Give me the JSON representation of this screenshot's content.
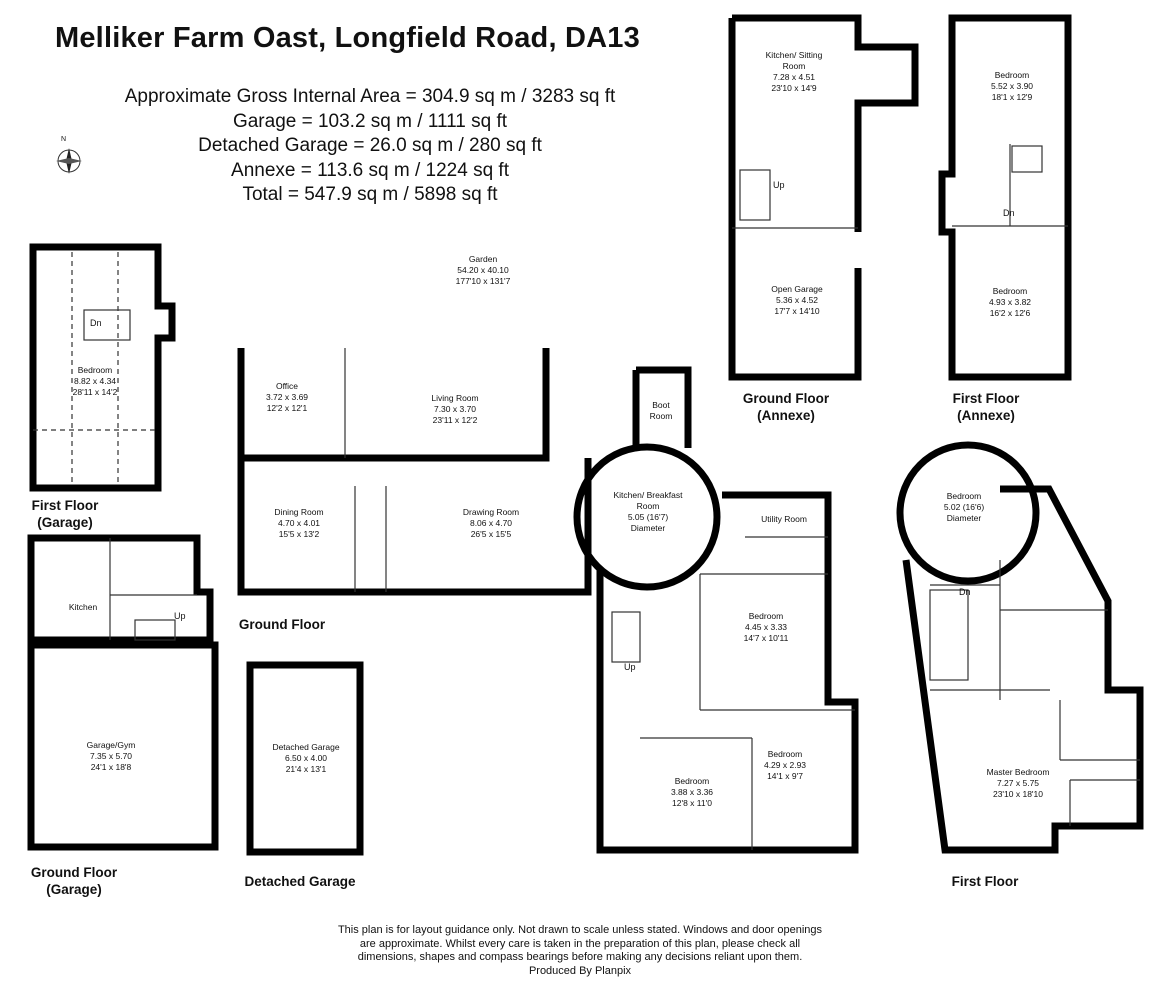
{
  "title": "Melliker Farm Oast, Longfield Road, DA13",
  "areas": [
    "Approximate Gross Internal Area = 304.9 sq m / 3283 sq ft",
    "Garage = 103.2 sq m / 1111 sq ft",
    "Detached Garage = 26.0 sq m / 280 sq ft",
    "Annexe = 113.6 sq m / 1224 sq ft",
    "Total = 547.9 sq m / 5898 sq ft"
  ],
  "compass_label": "N",
  "garden": {
    "name": "Garden",
    "dims": [
      "54.20 x 40.10",
      "177'10 x 131'7"
    ]
  },
  "rooms": {
    "garage_bedroom": {
      "name": "Bedroom",
      "dims": [
        "8.82 x 4.34",
        "28'11 x 14'2"
      ]
    },
    "office": {
      "name": "Office",
      "dims": [
        "3.72 x 3.69",
        "12'2 x 12'1"
      ]
    },
    "living_room": {
      "name": "Living Room",
      "dims": [
        "7.30 x 3.70",
        "23'11 x 12'2"
      ]
    },
    "dining_room": {
      "name": "Dining Room",
      "dims": [
        "4.70 x 4.01",
        "15'5 x 13'2"
      ]
    },
    "drawing_room": {
      "name": "Drawing Room",
      "dims": [
        "8.06 x 4.70",
        "26'5 x 15'5"
      ]
    },
    "boot_room": {
      "name": "Boot Room",
      "dims": []
    },
    "kitchen_breakfast": {
      "name": "Kitchen/ Breakfast Room",
      "dims": [
        "5.05 (16'7)",
        "Diameter"
      ]
    },
    "utility_room": {
      "name": "Utility Room",
      "dims": []
    },
    "bedroom_gf1": {
      "name": "Bedroom",
      "dims": [
        "4.45 x 3.33",
        "14'7 x 10'11"
      ]
    },
    "bedroom_gf2": {
      "name": "Bedroom",
      "dims": [
        "4.29 x 2.93",
        "14'1 x 9'7"
      ]
    },
    "bedroom_gf3": {
      "name": "Bedroom",
      "dims": [
        "3.88 x 3.36",
        "12'8 x 11'0"
      ]
    },
    "garage_kitchen": {
      "name": "Kitchen",
      "dims": []
    },
    "garage_gym": {
      "name": "Garage/Gym",
      "dims": [
        "7.35 x 5.70",
        "24'1 x 18'8"
      ]
    },
    "detached_garage": {
      "name": "Detached Garage",
      "dims": [
        "6.50 x 4.00",
        "21'4 x 13'1"
      ]
    },
    "annexe_kitchen": {
      "name": "Kitchen/ Sitting Room",
      "dims": [
        "7.28 x 4.51",
        "23'10 x 14'9"
      ]
    },
    "open_garage": {
      "name": "Open Garage",
      "dims": [
        "5.36 x 4.52",
        "17'7 x 14'10"
      ]
    },
    "annexe_bedroom1": {
      "name": "Bedroom",
      "dims": [
        "5.52 x 3.90",
        "18'1 x 12'9"
      ]
    },
    "annexe_bedroom2": {
      "name": "Bedroom",
      "dims": [
        "4.93 x 3.82",
        "16'2 x 12'6"
      ]
    },
    "ff_round_bedroom": {
      "name": "Bedroom",
      "dims": [
        "5.02 (16'6)",
        "Diameter"
      ]
    },
    "master_bedroom": {
      "name": "Master Bedroom",
      "dims": [
        "7.27 x 5.75",
        "23'10 x 18'10"
      ]
    }
  },
  "stair_labels": {
    "up": "Up",
    "dn": "Dn"
  },
  "floor_labels": {
    "first_floor_garage": [
      "First Floor",
      "(Garage)"
    ],
    "ground_floor": [
      "Ground Floor"
    ],
    "ground_floor_garage": [
      "Ground Floor",
      "(Garage)"
    ],
    "detached_garage": [
      "Detached Garage"
    ],
    "ground_floor_annexe": [
      "Ground Floor",
      "(Annexe)"
    ],
    "first_floor_annexe": [
      "First Floor",
      "(Annexe)"
    ],
    "first_floor": [
      "First Floor"
    ]
  },
  "disclaimer": [
    "This plan is for layout guidance only. Not drawn to scale unless stated. Windows and door openings",
    "are approximate. Whilst every care is taken in the preparation of this plan, please check all",
    "dimensions, shapes and compass bearings before making any decisions reliant upon them.",
    "Produced By Planpix"
  ],
  "colors": {
    "wall": "#000000",
    "line": "#333333",
    "background": "#ffffff"
  }
}
